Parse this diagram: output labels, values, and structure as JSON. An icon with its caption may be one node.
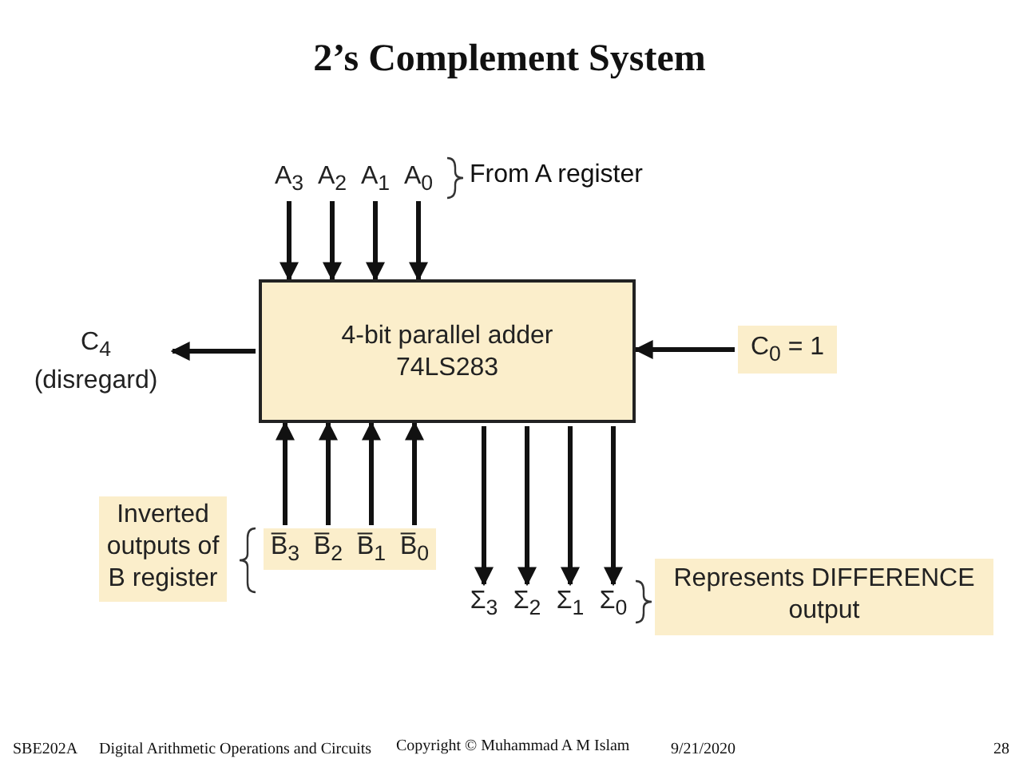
{
  "diagram": {
    "title": "2’s Complement System",
    "nodes": [
      {
        "text": [
          "4-bit parallel adder 74LS283"
        ]
      },
      {
        "text": [
          "A$_{3}$"
        ]
      },
      {
        "text": [
          "A$_{2}$"
        ]
      },
      {
        "text": [
          "A$_{1}$"
        ]
      },
      {
        "text": [
          "A$_{0}$"
        ]
      },
      {
        "text": [
          "B̅$_{3}$"
        ]
      },
      {
        "text": [
          "B̅$_{2}$"
        ]
      },
      {
        "text": [
          "B̅$_{1}$"
        ]
      },
      {
        "text": [
          "B̅$_{0}$"
        ]
      },
      {
        "text": [
          "Σ$_{3}$"
        ]
      },
      {
        "text": [
          "Σ$_{2}$"
        ]
      },
      {
        "text": [
          "Σ$_{1}$"
        ]
      },
      {
        "text": [
          "Σ$_{0}$"
        ]
      },
      {
        "text": [
          "C$_{4}$",
          "(disregard)"
        ]
      },
      {
        "text": [
          "C$_{0}$ = 1"
        ]
      },
      {
        "text": [
          "Inverted outputs of B register"
        ]
      },
      {
        "text": [
          "Represents DIFFERENCE output"
        ]
      }
    ],
    "edges": [
      {
        "from": 1,
        "to": 0,
        "arrow": "to"
      },
      {
        "from": 2,
        "to": 0,
        "arrow": "to"
      },
      {
        "from": 3,
        "to": 0,
        "arrow": "to"
      },
      {
        "from": 4,
        "to": 0,
        "arrow": "to"
      },
      {
        "from": 5,
        "to": 0,
        "arrow": "to"
      },
      {
        "from": 6,
        "to": 0,
        "arrow": "to"
      },
      {
        "from": 7,
        "to": 0,
        "arrow": "to"
      },
      {
        "from": 8,
        "to": 0,
        "arrow": "to"
      },
      {
        "from": 0,
        "to": 9,
        "arrow": "to"
      },
      {
        "from": 0,
        "to": 10,
        "arrow": "to"
      },
      {
        "from": 0,
        "to": 11,
        "arrow": "to"
      },
      {
        "from": 0,
        "to": 12,
        "arrow": "to"
      },
      {
        "from": 0,
        "to": 13,
        "arrow": "to"
      },
      {
        "from": 14,
        "to": 0,
        "arrow": "to"
      }
    ],
    "labels": [
      "From A register",
      "SBE202A",
      "Digital Arithmetic Operations and Circuits",
      "Copyright © Muhammad A M Islam",
      "9/21/2020",
      "28"
    ]
  }
}
